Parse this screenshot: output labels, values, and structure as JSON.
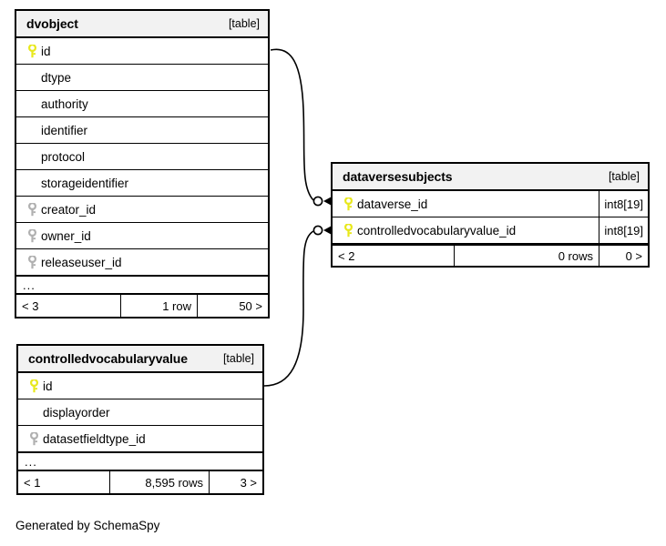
{
  "diagram": {
    "caption": "Generated by SchemaSpy",
    "table_tag": "[table]",
    "ellipsis": "...",
    "colors": {
      "primary_key": "#e8e81c",
      "foreign_key": "#b0b0b0",
      "header_background": "#f2f2f2",
      "border": "#000000",
      "background": "#ffffff"
    }
  },
  "tables": [
    {
      "name": "dvobject",
      "tag": "[table]",
      "columns": [
        {
          "label": "id",
          "key": "primary",
          "type": ""
        },
        {
          "label": "dtype",
          "key": "none",
          "type": ""
        },
        {
          "label": "authority",
          "key": "none",
          "type": ""
        },
        {
          "label": "identifier",
          "key": "none",
          "type": ""
        },
        {
          "label": "protocol",
          "key": "none",
          "type": ""
        },
        {
          "label": "storageidentifier",
          "key": "none",
          "type": ""
        },
        {
          "label": "creator_id",
          "key": "foreign",
          "type": ""
        },
        {
          "label": "owner_id",
          "key": "foreign",
          "type": ""
        },
        {
          "label": "releaseuser_id",
          "key": "foreign",
          "type": ""
        }
      ],
      "more_indicator": "...",
      "footer": {
        "left": "< 3",
        "middle": "1 row",
        "right": "50 >"
      }
    },
    {
      "name": "dataversesubjects",
      "tag": "[table]",
      "columns": [
        {
          "label": "dataverse_id",
          "key": "primary",
          "type": "int8[19]"
        },
        {
          "label": "controlledvocabularyvalue_id",
          "key": "primary",
          "type": "int8[19]"
        }
      ],
      "more_indicator": "",
      "footer": {
        "left": "< 2",
        "middle": "0 rows",
        "right": "0 >"
      }
    },
    {
      "name": "controlledvocabularyvalue",
      "tag": "[table]",
      "columns": [
        {
          "label": "id",
          "key": "primary",
          "type": ""
        },
        {
          "label": "displayorder",
          "key": "none",
          "type": ""
        },
        {
          "label": "datasetfieldtype_id",
          "key": "foreign",
          "type": ""
        }
      ],
      "more_indicator": "...",
      "footer": {
        "left": "< 1",
        "middle": "8,595 rows",
        "right": "3 >"
      }
    }
  ],
  "relationships": [
    {
      "from_table": "dvobject",
      "from_column": "id",
      "to_table": "dataversesubjects",
      "to_column": "dataverse_id"
    },
    {
      "from_table": "controlledvocabularyvalue",
      "from_column": "id",
      "to_table": "dataversesubjects",
      "to_column": "controlledvocabularyvalue_id"
    }
  ]
}
